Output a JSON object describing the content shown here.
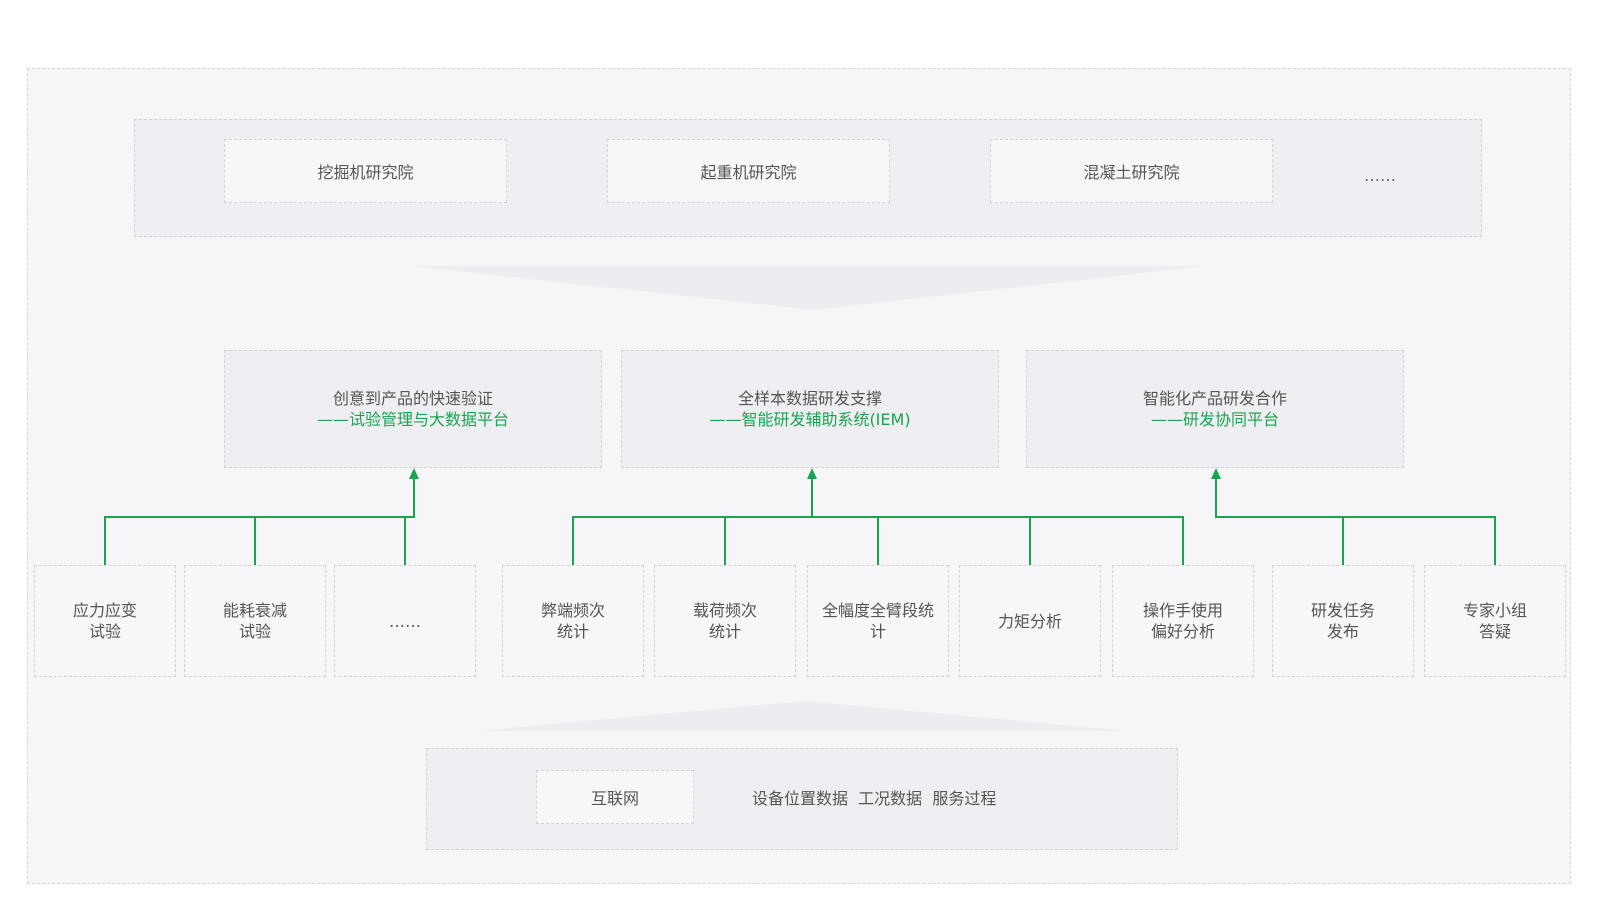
{
  "institutes": {
    "items": [
      "挖掘机研究院",
      "起重机研究院",
      "混凝土研究院"
    ],
    "more": "……"
  },
  "platforms": [
    {
      "title": "创意到产品的快速验证",
      "subtitle": "——试验管理与大数据平台"
    },
    {
      "title": "全样本数据研发支撑",
      "subtitle": "——智能研发辅助系统(IEM)"
    },
    {
      "title": "智能化产品研发合作",
      "subtitle": "——研发协同平台"
    }
  ],
  "functions": [
    {
      "line1": "应力应变",
      "line2": "试验"
    },
    {
      "line1": "能耗衰减",
      "line2": "试验"
    },
    {
      "line1": "……",
      "line2": ""
    },
    {
      "line1": "弊端频次",
      "line2": "统计"
    },
    {
      "line1": "载荷频次",
      "line2": "统计"
    },
    {
      "line1": "全幅度全臂段统",
      "line2": "计"
    },
    {
      "line1": "力矩分析",
      "line2": ""
    },
    {
      "line1": "操作手使用",
      "line2": "偏好分析"
    },
    {
      "line1": "研发任务",
      "line2": "发布"
    },
    {
      "line1": "专家小组",
      "line2": "答疑"
    }
  ],
  "source": {
    "network": "互联网",
    "data": "设备位置数据  工况数据  服务过程"
  },
  "colors": {
    "accent_green": "#1aa44f",
    "panel": "#efeff3",
    "background": "#f6f6f9"
  }
}
